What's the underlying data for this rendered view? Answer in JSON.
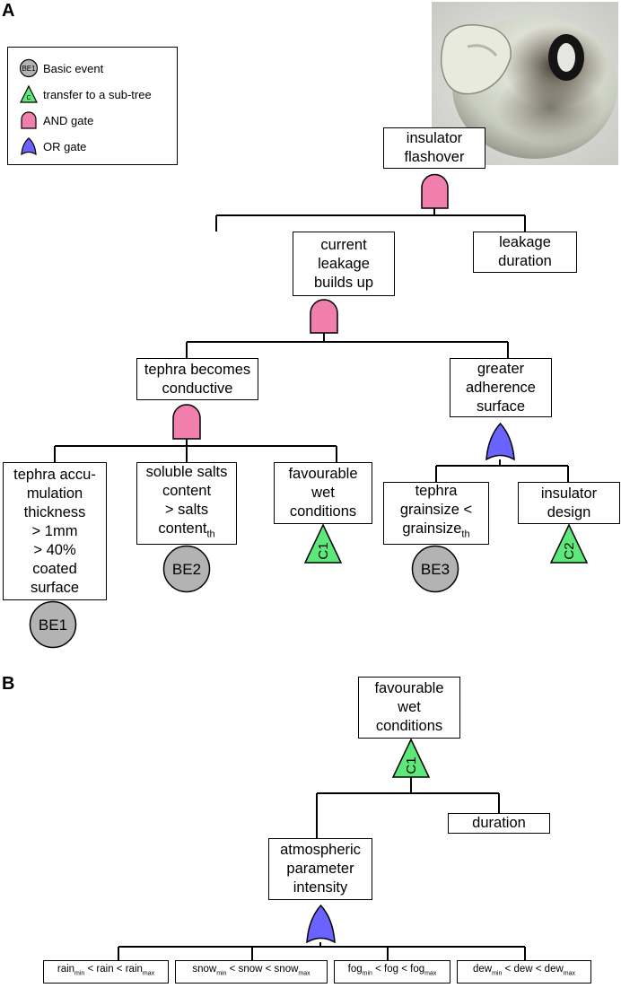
{
  "panel_a_label": "A",
  "panel_b_label": "B",
  "legend": {
    "basic_event": "Basic event",
    "basic_event_glyph": "BE1",
    "transfer": "transfer to a sub-tree",
    "transfer_glyph": "C",
    "and_gate": "AND gate",
    "or_gate": "OR gate"
  },
  "colors": {
    "and_gate": "#f07fae",
    "or_gate": "#6b63ff",
    "transfer": "#5fe87a",
    "basic_event": "#b3b3b3"
  },
  "tree_a": {
    "top": "insulator\nflashover",
    "current_leakage": "current\nleakage\nbuilds up",
    "leakage_duration": "leakage\nduration",
    "tephra_conductive": "tephra becomes\nconductive",
    "greater_adherence": "greater\nadherence\nsurface",
    "tephra_accumulation": "tephra accu-\nmulation\nthickness\n> 1mm\n>  40%\ncoated\nsurface",
    "soluble_salts": "soluble salts\ncontent\n>  salts\ncontent",
    "soluble_salts_sub": "th",
    "favourable_wet": "favourable\nwet\nconditions",
    "tephra_grainsize": "tephra\ngrainsize <\ngrainsize",
    "tephra_grainsize_sub": "th",
    "insulator_design": "insulator\ndesign",
    "be1": "BE1",
    "be2": "BE2",
    "be3": "BE3",
    "c1": "C1",
    "c2": "C2"
  },
  "tree_b": {
    "top": "favourable\nwet\nconditions",
    "c1": "C1",
    "duration": "duration",
    "atmospheric": "atmospheric\nparameter\nintensity",
    "rain": {
      "min": "rain",
      "min_sub": "min",
      "mid": " < rain < ",
      "max": "rain",
      "max_sub": "max"
    },
    "snow": {
      "min": "snow",
      "min_sub": "min",
      "mid": " < snow < ",
      "max": "snow",
      "max_sub": "max"
    },
    "fog": {
      "min": "fog",
      "min_sub": "min",
      "mid": " < fog < ",
      "max": "fog",
      "max_sub": "max"
    },
    "dew": {
      "min": "dew",
      "min_sub": "min",
      "mid": " < dew < ",
      "max": "dew",
      "max_sub": "max"
    }
  }
}
